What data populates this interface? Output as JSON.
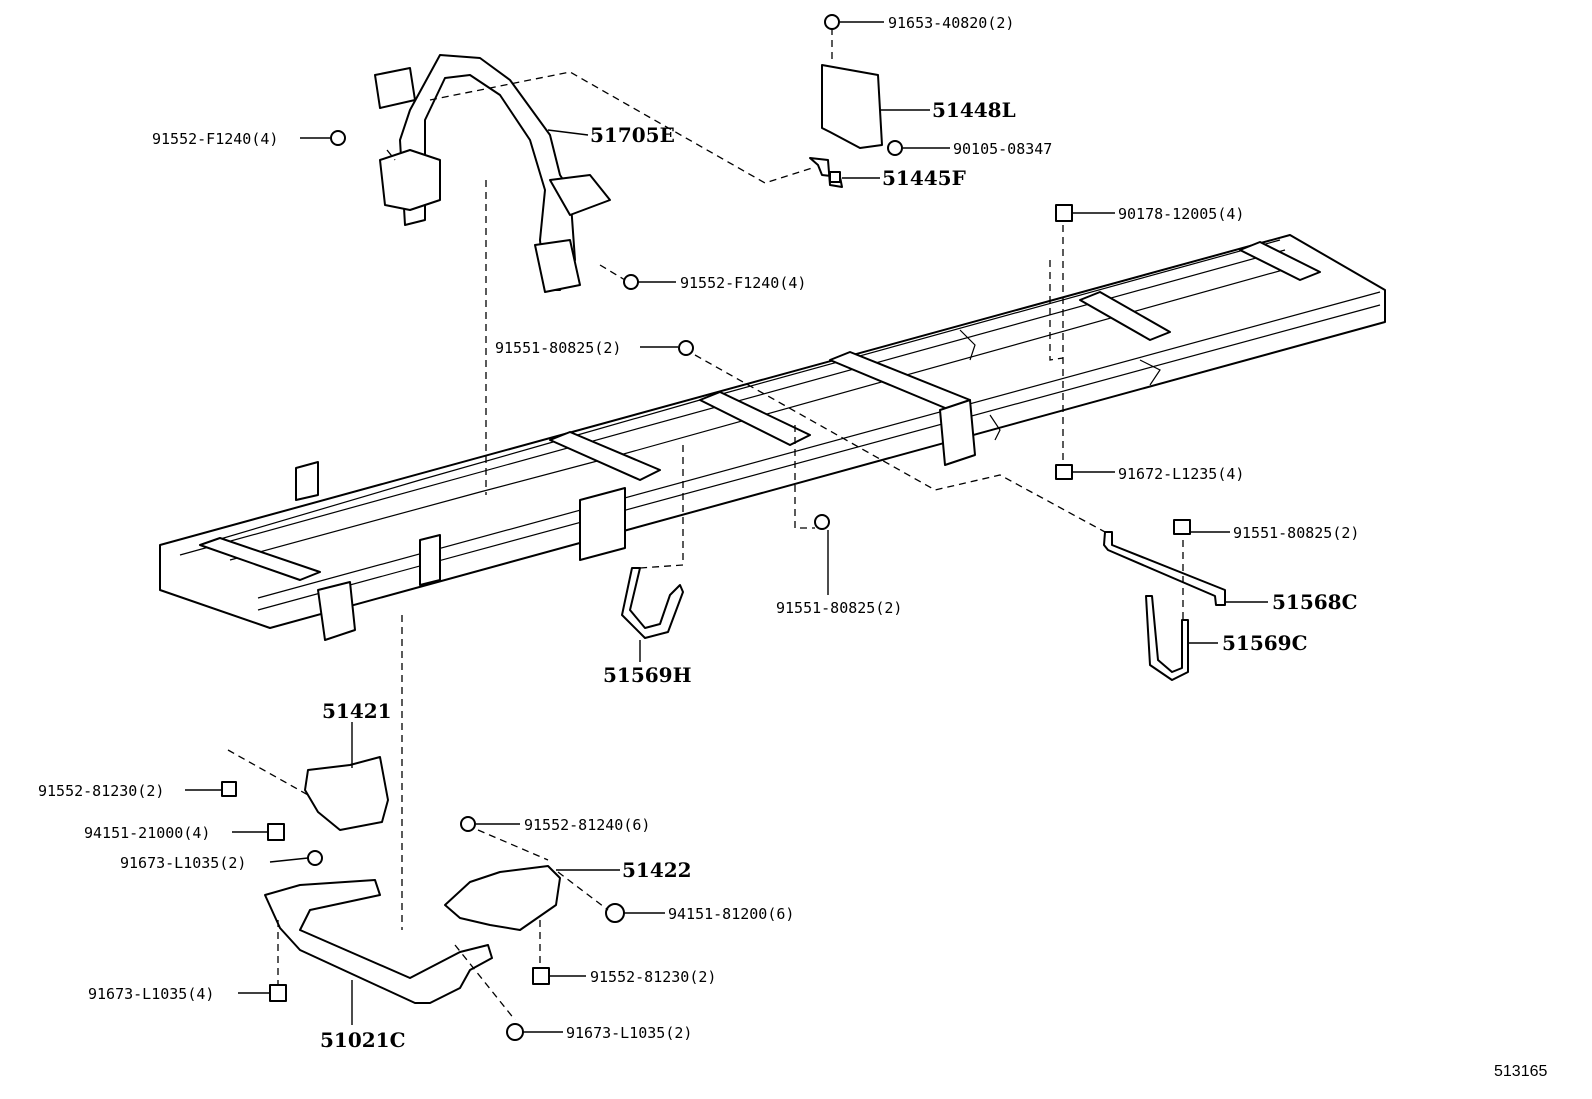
{
  "labels": {
    "p_91653_40820": "91653-40820(2)",
    "p_51448L": "51448L",
    "p_90105_08347": "90105-08347",
    "p_51445F": "51445F",
    "p_91552_F1240_a": "91552-F1240(4)",
    "p_51705E": "51705E",
    "p_91552_F1240_b": "91552-F1240(4)",
    "p_90178_12005": "90178-12005(4)",
    "p_91551_80825_a": "91551-80825(2)",
    "p_91672_L1235": "91672-L1235(4)",
    "p_91551_80825_b": "91551-80825(2)",
    "p_91551_80825_c": "91551-80825(2)",
    "p_51568C": "51568C",
    "p_51569C": "51569C",
    "p_51569H": "51569H",
    "p_51421": "51421",
    "p_91552_81230_a": "91552-81230(2)",
    "p_94151_21000": "94151-21000(4)",
    "p_91673_L1035_a": "91673-L1035(2)",
    "p_91552_81240": "91552-81240(6)",
    "p_51422": "51422",
    "p_94151_81200": "94151-81200(6)",
    "p_91552_81230_b": "91552-81230(2)",
    "p_91673_L1035_b": "91673-L1035(4)",
    "p_51021C": "51021C",
    "p_91673_L1035_c": "91673-L1035(2)"
  },
  "diagram_id": "513165"
}
